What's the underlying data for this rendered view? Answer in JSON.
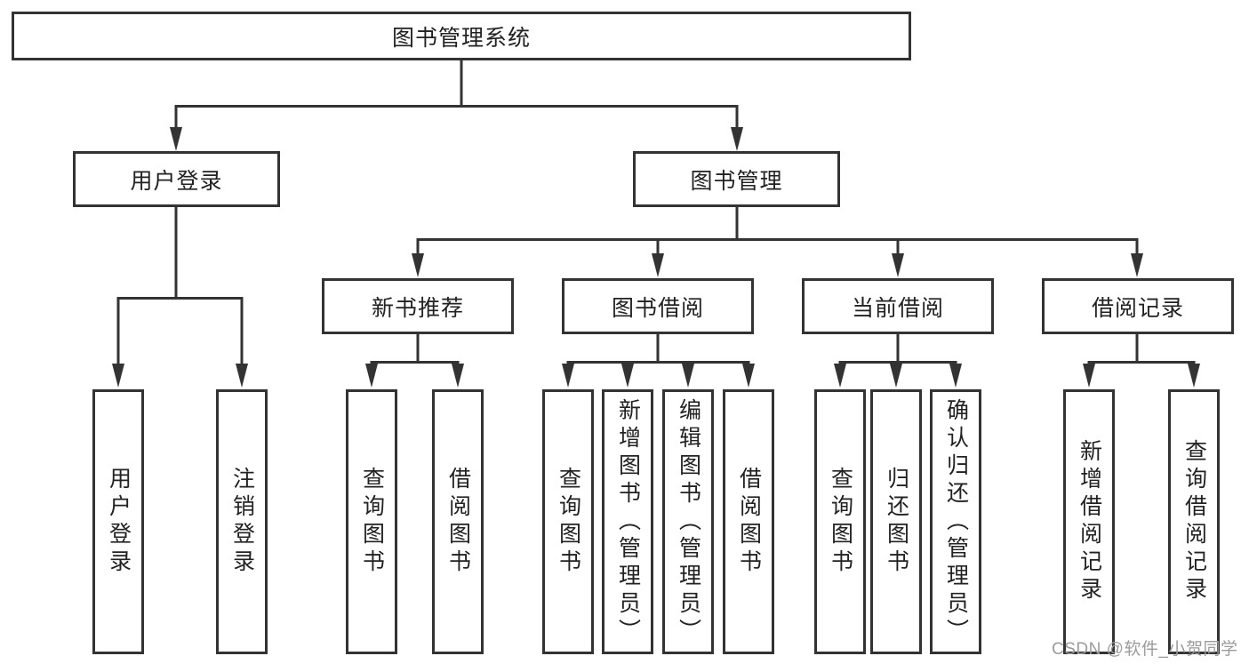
{
  "colors": {
    "line": "#333333",
    "box_border": "#333333",
    "box_background": "#ffffff",
    "text": "#222222",
    "watermark": "#9b9b9b",
    "page_background": "#ffffff"
  },
  "nodes": {
    "root": {
      "label": "图书管理系统"
    },
    "user_login": {
      "label": "用户登录"
    },
    "book_mgmt": {
      "label": "图书管理"
    },
    "new_books": {
      "label": "新书推荐"
    },
    "book_borrow": {
      "label": "图书借阅"
    },
    "current_borrow": {
      "label": "当前借阅"
    },
    "borrow_records": {
      "label": "借阅记录"
    },
    "leaf_user_login": {
      "label": "用户登录"
    },
    "leaf_logout": {
      "label": "注销登录"
    },
    "leaf_newbooks_query": {
      "label": "查询图书"
    },
    "leaf_newbooks_borrow": {
      "label": "借阅图书"
    },
    "leaf_borrow_query": {
      "label": "查询图书"
    },
    "leaf_borrow_add": {
      "label": "新增图书（管理员）"
    },
    "leaf_borrow_edit": {
      "label": "编辑图书（管理员）"
    },
    "leaf_borrow_borrow": {
      "label": "借阅图书"
    },
    "leaf_current_query": {
      "label": "查询图书"
    },
    "leaf_current_return": {
      "label": "归还图书"
    },
    "leaf_current_confirm": {
      "label": "确认归还（管理员）"
    },
    "leaf_records_add": {
      "label": "新增借阅记录"
    },
    "leaf_records_query": {
      "label": "查询借阅记录"
    }
  },
  "hierarchy": {
    "图书管理系统": [
      "用户登录",
      "图书管理"
    ],
    "用户登录": [
      "用户登录",
      "注销登录"
    ],
    "图书管理": [
      "新书推荐",
      "图书借阅",
      "当前借阅",
      "借阅记录"
    ],
    "新书推荐": [
      "查询图书",
      "借阅图书"
    ],
    "图书借阅": [
      "查询图书",
      "新增图书（管理员）",
      "编辑图书（管理员）",
      "借阅图书"
    ],
    "当前借阅": [
      "查询图书",
      "归还图书",
      "确认归还（管理员）"
    ],
    "借阅记录": [
      "新增借阅记录",
      "查询借阅记录"
    ]
  },
  "watermark": {
    "text": "CSDN @软件_小贺同学"
  }
}
